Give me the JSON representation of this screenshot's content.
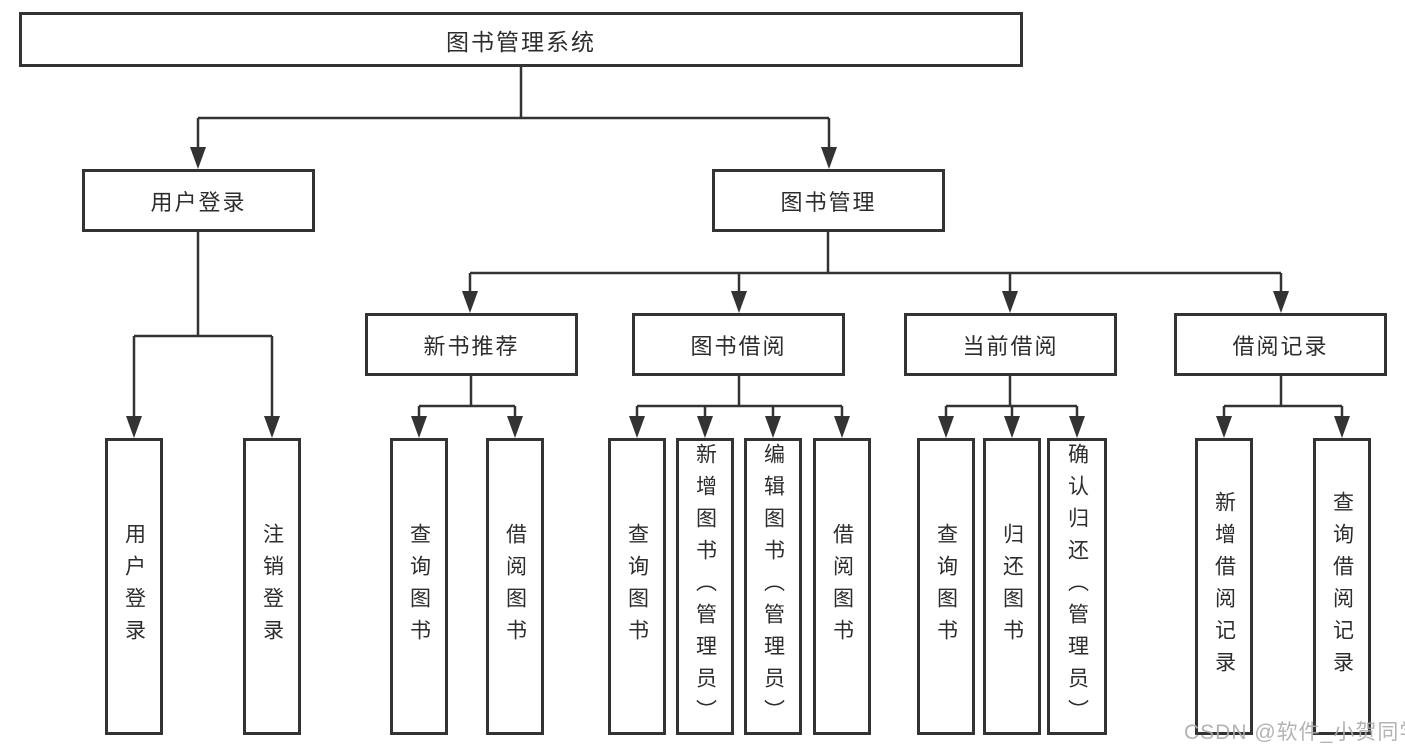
{
  "diagram": {
    "root_label": "图书管理系统",
    "branches": [
      {
        "label": "用户登录",
        "children": [
          "用户登录",
          "注销登录"
        ]
      },
      {
        "label": "图书管理",
        "groups": [
          {
            "label": "新书推荐",
            "children": [
              "查询图书",
              "借阅图书"
            ]
          },
          {
            "label": "图书借阅",
            "children": [
              "查询图书",
              "新增图书（管理员）",
              "编辑图书（管理员）",
              "借阅图书"
            ]
          },
          {
            "label": "当前借阅",
            "children": [
              "查询图书",
              "归还图书",
              "确认归还（管理员）"
            ]
          },
          {
            "label": "借阅记录",
            "children": [
              "新增借阅记录",
              "查询借阅记录"
            ]
          }
        ]
      }
    ]
  },
  "watermark": {
    "text": "CSDN @软件_小贺同学"
  },
  "colors": {
    "line": "#333333",
    "box_border": "#333333",
    "text": "#2d2d2d",
    "watermark": "#acacac",
    "background": "#ffffff"
  }
}
